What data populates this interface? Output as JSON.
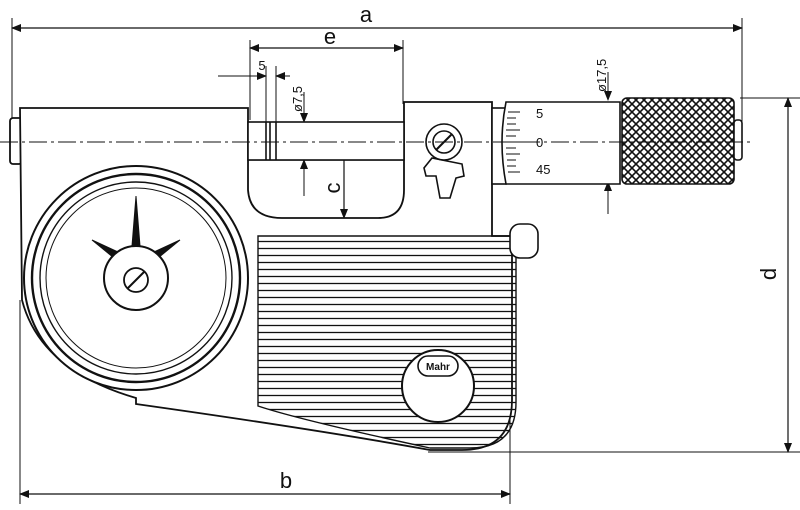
{
  "dimensions": {
    "a": "a",
    "b": "b",
    "c": "c",
    "d": "d",
    "e": "e",
    "five": "5",
    "dia_spindle": "ø7,5",
    "dia_thimble": "ø17,5"
  },
  "scale": {
    "top": "5",
    "middle": "0",
    "bottom": "45"
  },
  "brand": "Mahr",
  "colors": {
    "line": "#111111",
    "background": "#ffffff"
  }
}
